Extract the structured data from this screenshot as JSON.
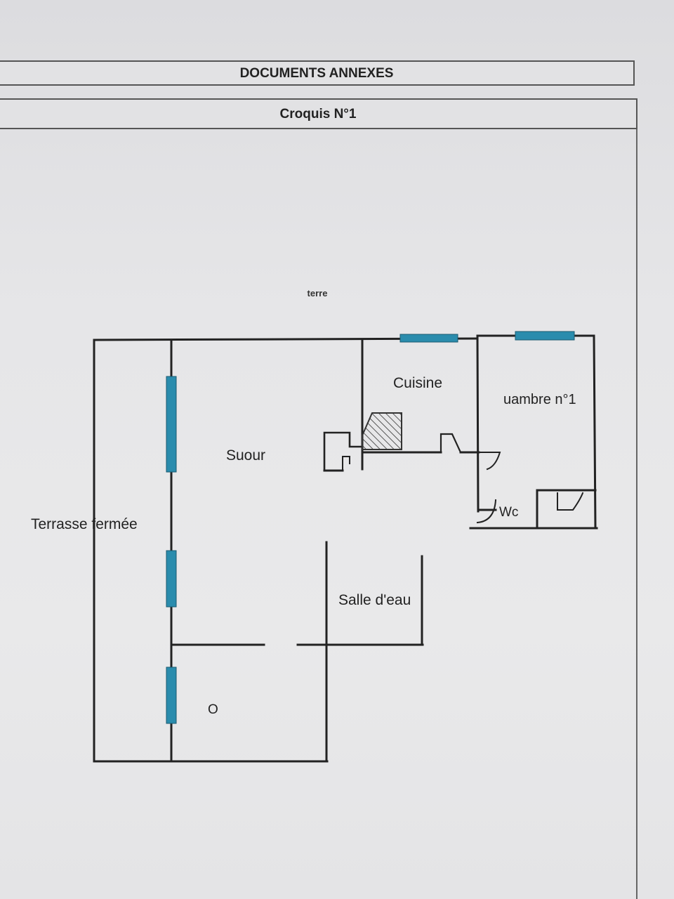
{
  "header": {
    "section_title": "DOCUMENTS ANNEXES",
    "sketch_title": "Croquis N°1"
  },
  "plan": {
    "top_label": "terre",
    "rooms": {
      "terrasse": "Terrasse fermée",
      "sejour": "Suour",
      "cuisine": "Cuisine",
      "chambre": "uambre n°1",
      "wc": "Wc",
      "salle_eau": "Salle d'eau",
      "circle_mark": "O"
    }
  },
  "colors": {
    "window": "#2a8cad",
    "wall": "#222222",
    "background": "#e6e6e8"
  }
}
